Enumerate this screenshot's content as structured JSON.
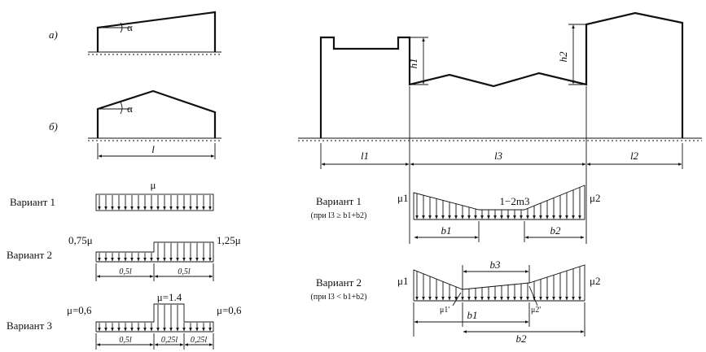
{
  "left": {
    "fig_a": {
      "label": "а)",
      "angle": "α"
    },
    "fig_b": {
      "label": "б)",
      "angle": "α",
      "span": "l"
    },
    "variant1": {
      "title": "Вариант 1",
      "load": "μ"
    },
    "variant2": {
      "title": "Вариант 2",
      "load_left": "0,75μ",
      "load_right": "1,25μ",
      "dim_left": "0,5l",
      "dim_right": "0,5l"
    },
    "variant3": {
      "title": "Вариант 3",
      "load_left": "μ=0,6",
      "load_mid": "μ=1.4",
      "load_right": "μ=0,6",
      "dim_1": "0,5l",
      "dim_2": "0,25l",
      "dim_3": "0,25l"
    }
  },
  "right": {
    "h1": "h1",
    "h2": "h2",
    "spans": [
      "l1",
      "l3",
      "l2"
    ],
    "variant1": {
      "title": "Вариант 1",
      "condition": "(при l3 ≥ b1+b2)",
      "mu_left": "μ1",
      "mu_right": "μ2",
      "mid": "1−2m3",
      "b_left": "b1",
      "b_right": "b2"
    },
    "variant2": {
      "title": "Вариант 2",
      "condition": "(при l3 < b1+b2)",
      "mu_left": "μ1",
      "mu_right": "μ2",
      "mu1p": "μ1'",
      "mu2p": "μ2'",
      "b1": "b1",
      "b2": "b2",
      "b3": "b3"
    }
  }
}
